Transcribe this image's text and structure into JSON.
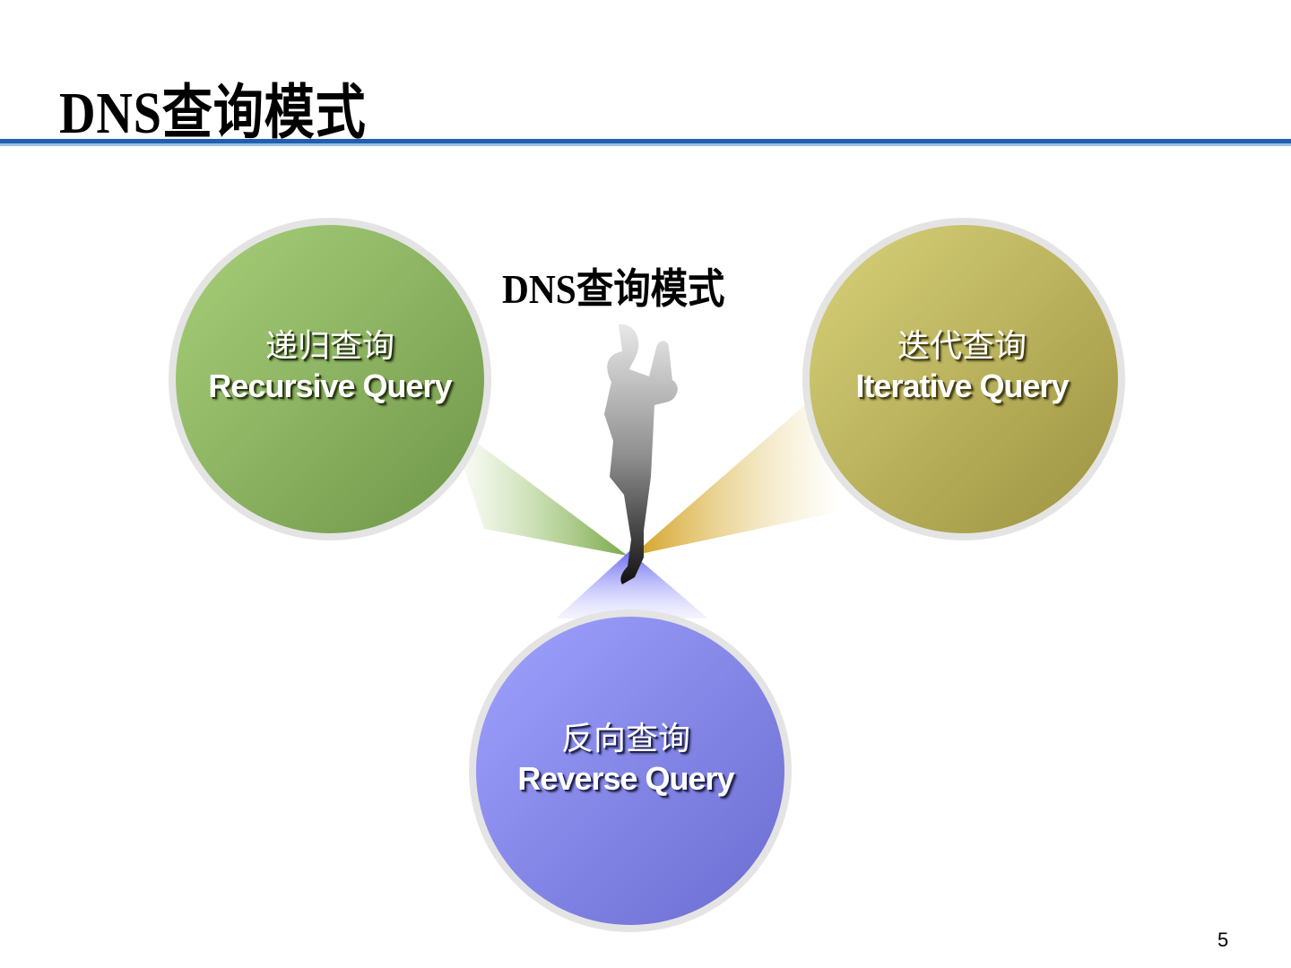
{
  "slide": {
    "title": "DNS查询模式",
    "center_title": "DNS查询模式",
    "page_number": "5"
  },
  "modes": [
    {
      "cn": "递归查询",
      "en": "Recursive Query",
      "color": "#8cb866"
    },
    {
      "cn": "迭代查询",
      "en": "Iterative Query",
      "color": "#c2b85a"
    },
    {
      "cn": "反向查询",
      "en": "Reverse Query",
      "color": "#7f80e0"
    }
  ],
  "colors": {
    "rule": "#1f5fb0"
  }
}
